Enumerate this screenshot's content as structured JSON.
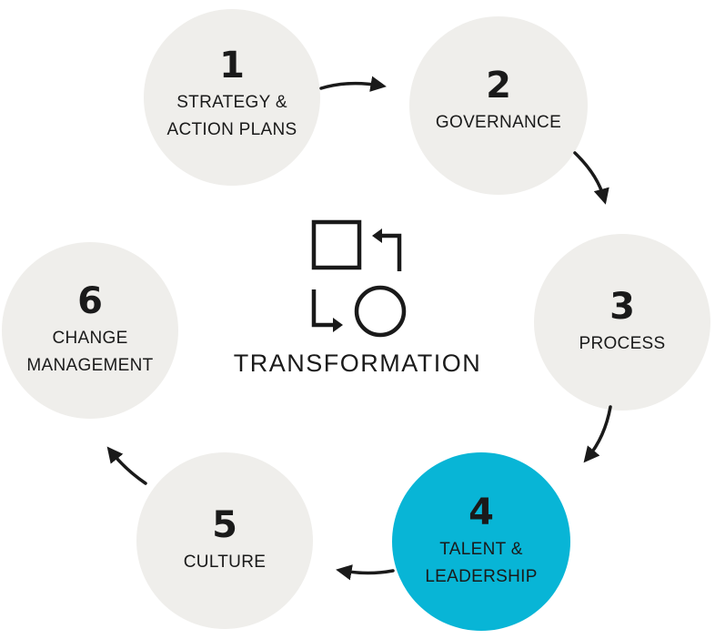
{
  "center": {
    "title": "TRANSFORMATION",
    "icon": "transformation-icon"
  },
  "steps": [
    {
      "number": "1",
      "label": "STRATEGY &\nACTION PLANS"
    },
    {
      "number": "2",
      "label": "GOVERNANCE"
    },
    {
      "number": "3",
      "label": "PROCESS"
    },
    {
      "number": "4",
      "label": "TALENT &\nLEADERSHIP"
    },
    {
      "number": "5",
      "label": "CULTURE"
    },
    {
      "number": "6",
      "label": "CHANGE\nMANAGEMENT"
    }
  ],
  "highlighted_step": "4",
  "colors": {
    "circle": "#efeeeb",
    "highlight": "#08b5d6",
    "ink": "#1a1a1a"
  }
}
